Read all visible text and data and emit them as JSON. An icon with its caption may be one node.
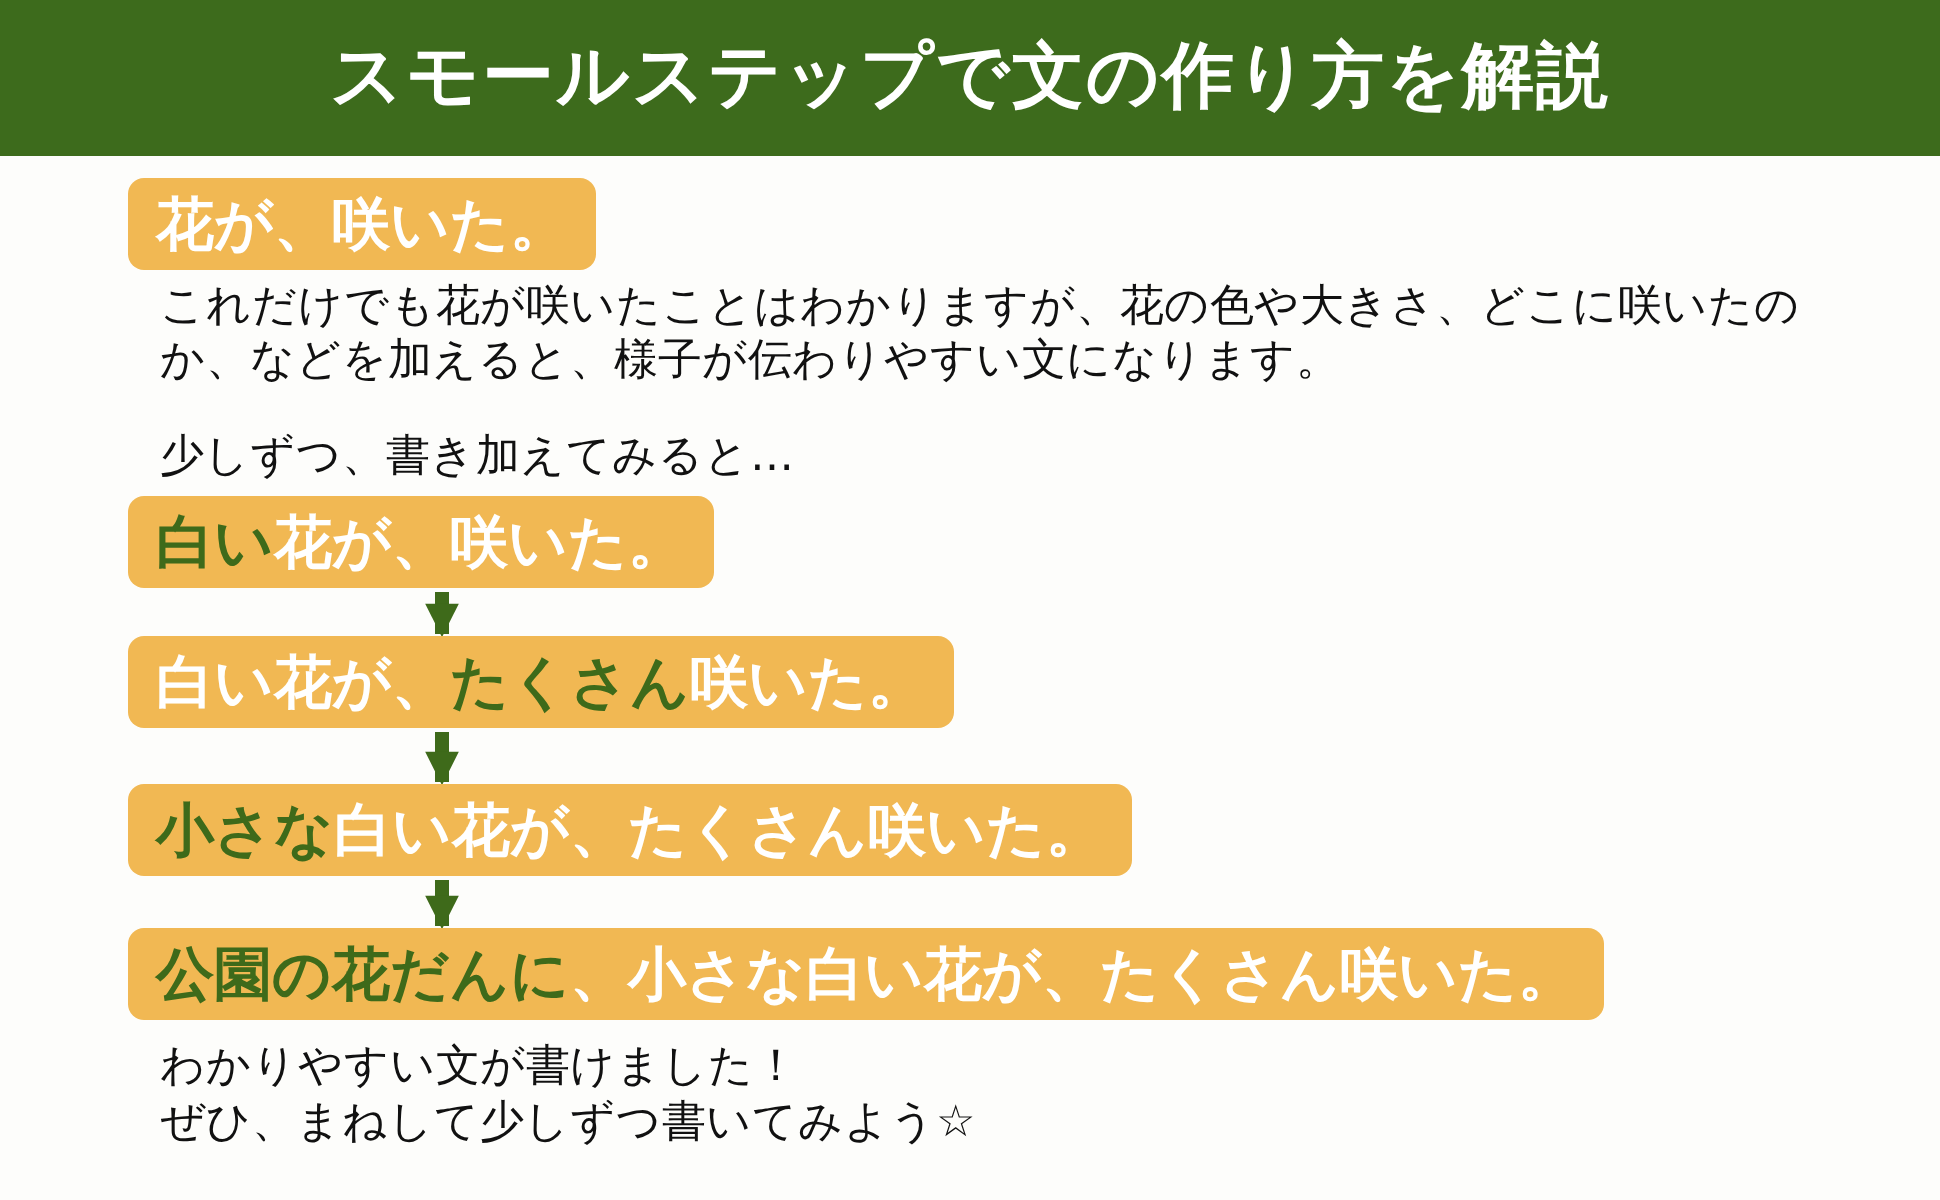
{
  "diagram": {
    "title": "スモールステップで文の作り方を解説",
    "nodes": [
      {
        "text": [
          "花が、咲いた。"
        ]
      },
      {
        "text": [
          "**白い**花が、咲いた。"
        ]
      },
      {
        "text": [
          "白い花が、**たくさん**咲いた。"
        ]
      },
      {
        "text": [
          "**小さな**白い花が、たくさん咲いた。"
        ]
      },
      {
        "text": [
          "**公園の花だんに**、小さな白い花が、たくさん咲いた。"
        ]
      }
    ],
    "edges": [
      {
        "from": 1,
        "to": 2,
        "arrow": "to"
      },
      {
        "from": 2,
        "to": 3,
        "arrow": "to"
      },
      {
        "from": 3,
        "to": 4,
        "arrow": "to"
      }
    ],
    "labels": [
      "これだけでも花が咲いたことはわかりますが、花の色や大きさ、どこに咲いたのか、などを加えると、様子が伝わりやすい文になります。",
      "少しずつ、書き加えてみると…",
      "わかりやすい文が書けました！",
      "ぜひ、まねして少しずつ書いてみよう☆"
    ]
  }
}
